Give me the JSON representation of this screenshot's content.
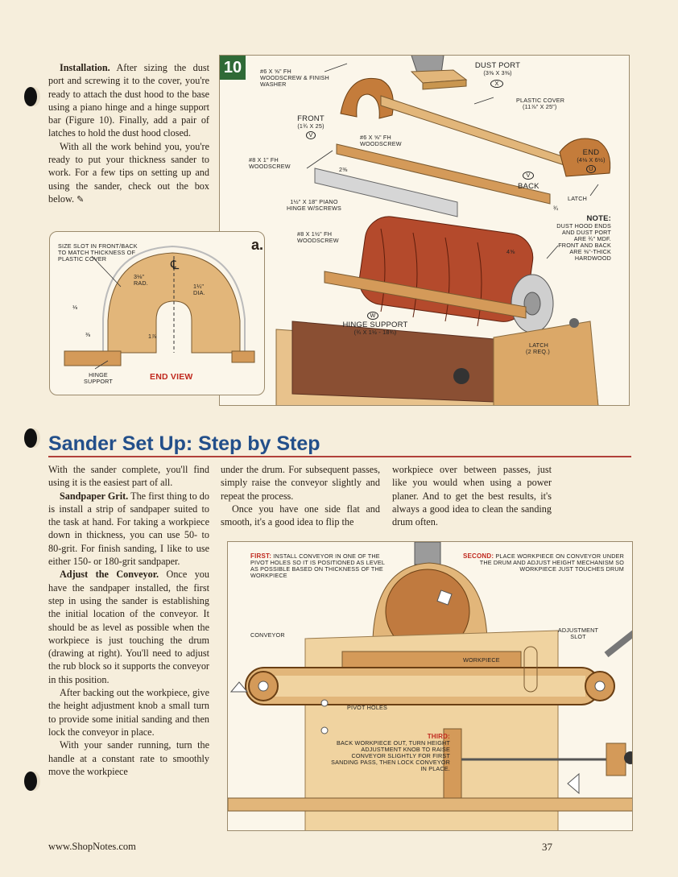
{
  "top_text": {
    "installation_heading": "Installation.",
    "installation_body": " After sizing the dust port and screwing it to the cover, you're ready to attach the dust hood to the base using a piano hinge and a hinge support bar (Figure 10). Finally, add a pair of latches to hold the dust hood closed.",
    "para2": "With all the work behind you, you're ready to put your thickness sander to work. For a few tips on setting up and using the sander, check out the box below."
  },
  "figure10": {
    "number": "10",
    "labels": {
      "screw_washer": "#6 x ⅝\" Fh woodscrew & finish washer",
      "dust_port": "DUST PORT",
      "dust_port_dim": "(3⅜ x 3⅜)",
      "x_marker": "X",
      "plastic_cover": "PLASTIC COVER",
      "plastic_cover_dim": "(11⅞\" x 25\")",
      "front": "FRONT",
      "front_dim": "(1¾ x 25)",
      "v_marker": "V",
      "screw_58": "#6 x ⅝\" Fh woodscrew",
      "end": "END",
      "end_dim": "(4⅛ x 6½)",
      "u_marker": "U",
      "screw_8_1": "#8 x 1\" Fh woodscrew",
      "dim_238": "2⅜",
      "back": "BACK",
      "latch": "LATCH",
      "piano_hinge": "1½\" x 18\" PIANO HINGE w/SCREWS",
      "dim_34": "¾",
      "screw_8_112": "#8 x 1½\" Fh woodscrew",
      "note_title": "NOTE:",
      "note_body": "DUST HOOD ENDS AND DUST PORT ARE ¾\" MDF. FRONT AND BACK ARE ⅜\"-THICK HARDWOOD",
      "dim_458": "4⅝",
      "w_marker": "W",
      "hinge_support": "HINGE SUPPORT",
      "hinge_support_dim": "(¾ x 1½ - 18¾)",
      "latch_2": "LATCH",
      "latch_2_req": "(2 REQ.)"
    }
  },
  "inset_a": {
    "letter": "a.",
    "size_slot": "SIZE SLOT IN FRONT/BACK TO MATCH THICKNESS OF PLASTIC COVER",
    "rad": "3⅛\" RAD.",
    "dia": "1¼\" DIA.",
    "dim_18": "⅛",
    "dim_38": "⅜",
    "dim_178": "1⅞",
    "hinge_support": "HINGE SUPPORT",
    "end_view": "END VIEW",
    "centerline": "℄"
  },
  "section": {
    "title": "Sander Set Up: Step by Step"
  },
  "col1": {
    "intro": "With the sander complete, you'll find using it is the easiest part of all.",
    "sandpaper_heading": "Sandpaper Grit.",
    "sandpaper_body": " The first thing to do is install a strip of sandpaper suited to the task at hand. For taking a workpiece down in thickness, you can use 50- to 80-grit. For finish sanding, I like to use either 150- or 180-grit sandpaper.",
    "conveyor_heading": "Adjust the Conveyor.",
    "conveyor_body": " Once you have the sandpaper installed, the first step in using the sander is establishing the initial location of the conveyor. It should be as level as possible when the workpiece is just touching the drum (drawing at right). You'll need to adjust the rub block so it supports the conveyor in this position.",
    "after": "After backing out the workpiece, give the height adjustment knob a small turn to provide some initial sanding and then lock the conveyor in place.",
    "running": "With your sander running, turn the handle at a constant rate to smoothly move the workpiece"
  },
  "col2": {
    "p1": "under the drum. For subsequent passes, simply raise the conveyor slightly and repeat the process.",
    "p2": "Once you have one side flat and smooth, it's a good idea to flip the"
  },
  "col3": {
    "p1": "workpiece over between passes, just like you would when using a power planer. And to get the best results, it's always a good idea to clean the sanding drum often."
  },
  "figure2": {
    "first_kw": "FIRST:",
    "first_text": " INSTALL CONVEYOR IN ONE OF THE PIVOT HOLES SO IT IS POSITIONED AS LEVEL AS POSSIBLE BASED ON THICKNESS OF THE WORKPIECE",
    "second_kw": "SECOND:",
    "second_text": " PLACE WORKPIECE ON CONVEYOR UNDER THE DRUM AND ADJUST HEIGHT MECHANISM SO WORKPIECE JUST TOUCHES DRUM",
    "third_kw": "THIRD:",
    "third_text": "BACK WORKPIECE OUT, TURN HEIGHT ADJUSTMENT KNOB TO RAISE CONVEYOR SLIGHTLY FOR FIRST SANDING PASS, THEN LOCK CONVEYOR IN PLACE.",
    "conveyor": "CONVEYOR",
    "adjustment_slot": "ADJUSTMENT SLOT",
    "workpiece": "WORKPIECE",
    "pivot_holes": "PIVOT HOLES"
  },
  "footer": {
    "url": "www.ShopNotes.com",
    "page": "37"
  },
  "colors": {
    "heading_blue": "#234f8a",
    "rule_red": "#b1403a",
    "fig_green": "#2f6a37",
    "wood": "#e2b67a",
    "drum": "#b44a2c"
  }
}
